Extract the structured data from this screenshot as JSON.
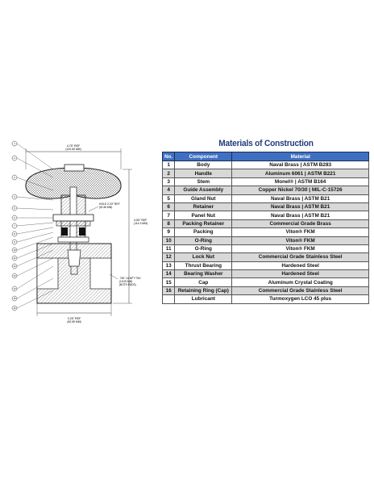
{
  "drawing": {
    "dims": {
      "top_width": "4.75\" REF",
      "top_width_mm": "(120.65 MM)",
      "hole": "HOLE 2.03\" REF",
      "hole_mm": "(51.56 MM)",
      "height": "4.50\" REF",
      "height_mm": "(114.3 MM)",
      "port": ".750\"-14 NPT THD",
      "port_mm": "(19.05 MM)",
      "port_note": "(BOTH ENDS)",
      "bottom_width": "3.25\" REF",
      "bottom_width_mm": "(82.55 MM)"
    },
    "callouts": [
      "1",
      "2",
      "3",
      "4",
      "5",
      "6",
      "7",
      "8",
      "9",
      "10",
      "11",
      "12",
      "13",
      "14",
      "15",
      "16"
    ]
  },
  "title": "Materials of Construction",
  "table": {
    "headers": [
      "No.",
      "Component",
      "Material"
    ],
    "rows": [
      {
        "no": "1",
        "component": "Body",
        "material": "Naval Brass | ASTM B283"
      },
      {
        "no": "2",
        "component": "Handle",
        "material": "Aluminum 6061 | ASTM B221"
      },
      {
        "no": "3",
        "component": "Stem",
        "material": "Monel® | ASTM B164"
      },
      {
        "no": "4",
        "component": "Guide Assembly",
        "material": "Copper Nickel 70/30 | MIL-C-15726"
      },
      {
        "no": "5",
        "component": "Gland Nut",
        "material": "Naval Brass | ASTM B21"
      },
      {
        "no": "6",
        "component": "Retainer",
        "material": "Naval Brass | ASTM B21"
      },
      {
        "no": "7",
        "component": "Panel Nut",
        "material": "Naval Brass | ASTM B21"
      },
      {
        "no": "8",
        "component": "Packing Retainer",
        "material": "Commercial Grade Brass"
      },
      {
        "no": "9",
        "component": "Packing",
        "material": "Viton® FKM"
      },
      {
        "no": "10",
        "component": "O-Ring",
        "material": "Viton® FKM"
      },
      {
        "no": "11",
        "component": "O-Ring",
        "material": "Viton® FKM"
      },
      {
        "no": "12",
        "component": "Lock Nut",
        "material": "Commercial Grade Stainless Steel"
      },
      {
        "no": "13",
        "component": "Thrust Bearing",
        "material": "Hardened Steel"
      },
      {
        "no": "14",
        "component": "Bearing Washer",
        "material": "Hardened Steel"
      },
      {
        "no": "15",
        "component": "Cap",
        "material": "Aluminum Crystal Coating"
      },
      {
        "no": "16",
        "component": "Retaining Ring (Cap)",
        "material": "Commercial Grade Stainless Steel"
      },
      {
        "no": "",
        "component": "Lubricant",
        "material": "Turmoxygen LCO 45 plus"
      }
    ]
  },
  "colors": {
    "header_bg": "#3f6fc1",
    "title": "#1f3c7a",
    "row_shade": "#d8d8d8"
  }
}
